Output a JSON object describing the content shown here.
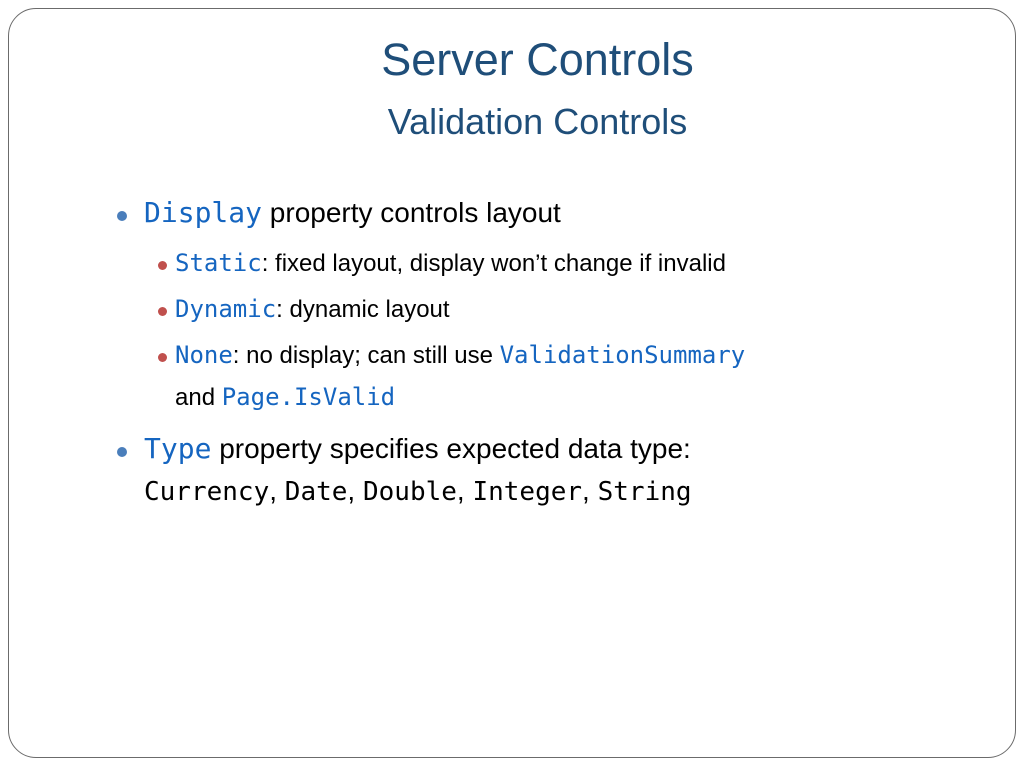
{
  "slide": {
    "title": "Server Controls",
    "subtitle": "Validation Controls"
  },
  "bullets": {
    "display": {
      "code": "Display",
      "text": " property controls layout"
    },
    "static": {
      "code": "Static",
      "text": ": fixed layout, display won’t change if invalid"
    },
    "dynamic": {
      "code": "Dynamic",
      "text": ": dynamic layout"
    },
    "none": {
      "code": "None",
      "text": ": no display; can still use ",
      "code2": "ValidationSummary",
      "text2": "and ",
      "code3": "Page.IsValid"
    },
    "type": {
      "code": "Type",
      "text": " property specifies expected data type:",
      "types": [
        "Currency",
        "Date",
        "Double",
        "Integer",
        "String"
      ],
      "separator": ", "
    }
  },
  "colors": {
    "title": "#1f4e79",
    "code": "#1565c0",
    "bullet_level1": "#4a7ebb",
    "bullet_level2": "#c0504d"
  }
}
